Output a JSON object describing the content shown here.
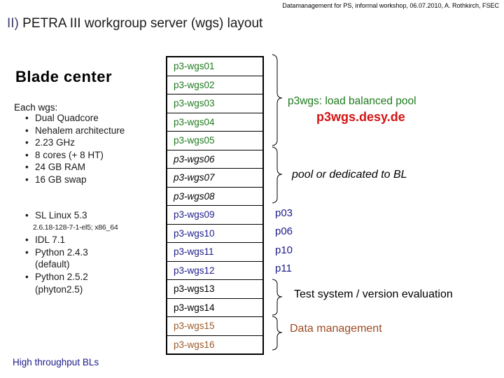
{
  "header": {
    "credit": "Datamanagement for PS, informal workshop, 06.07.2010, A. Rothkirch, FSEC"
  },
  "title": {
    "prefix": "II)",
    "text": " PETRA III workgroup server (wgs) layout"
  },
  "left_panel": {
    "heading": "Blade center",
    "specs_label": "Each wgs:",
    "specs": [
      "Dual Quadcore",
      "Nehalem architecture",
      "2.23 GHz",
      "8 cores (+ 8 HT)",
      "24 GB RAM",
      "16 GB swap"
    ],
    "software": [
      {
        "text": "SL Linux 5.3",
        "style": "bullet"
      },
      {
        "text": "2.6.18-128-7-1-el5; x86_64",
        "style": "sub-small"
      },
      {
        "text": "IDL 7.1",
        "style": "bullet"
      },
      {
        "text": "Python 2.4.3",
        "style": "bullet"
      },
      {
        "text": "(default)",
        "style": "continuation"
      },
      {
        "text": "Python 2.5.2",
        "style": "bullet"
      },
      {
        "text": "(phyton2.5)",
        "style": "continuation"
      }
    ],
    "footer_note": "High throughput BLs"
  },
  "server_table": {
    "rows": [
      {
        "label": "p3-wgs01",
        "group": "load-balanced-pool"
      },
      {
        "label": "p3-wgs02",
        "group": "load-balanced-pool"
      },
      {
        "label": "p3-wgs03",
        "group": "load-balanced-pool"
      },
      {
        "label": "p3-wgs04",
        "group": "load-balanced-pool"
      },
      {
        "label": "p3-wgs05",
        "group": "load-balanced-pool"
      },
      {
        "label": "p3-wgs06",
        "group": "pool-or-dedicated-to-bl"
      },
      {
        "label": "p3-wgs07",
        "group": "pool-or-dedicated-to-bl"
      },
      {
        "label": "p3-wgs08",
        "group": "pool-or-dedicated-to-bl"
      },
      {
        "label": "p3-wgs09",
        "group": "beamline"
      },
      {
        "label": "p3-wgs10",
        "group": "beamline"
      },
      {
        "label": "p3-wgs11",
        "group": "beamline"
      },
      {
        "label": "p3-wgs12",
        "group": "beamline"
      },
      {
        "label": "p3-wgs13",
        "group": "test-system"
      },
      {
        "label": "p3-wgs14",
        "group": "test-system"
      },
      {
        "label": "p3-wgs15",
        "group": "data-management"
      },
      {
        "label": "p3-wgs16",
        "group": "data-management"
      }
    ]
  },
  "annotations": {
    "pool_label": "p3wgs: load balanced pool",
    "pool_dns": "p3wgs.desy.de",
    "bl_label": "pool or dedicated to BL",
    "beamlines": [
      "p03",
      "p06",
      "p10",
      "p11"
    ],
    "test_label": "Test system / version evaluation",
    "datamgmt_label": "Data management"
  },
  "colors": {
    "pool_green": "#1e7a1e",
    "dns_red": "#d41414",
    "navy_blue": "#1b1b8c",
    "table_brown": "#9c5a28",
    "data_mgmt_brown": "#9b4a1f",
    "title_prefix_blue": "#3c3c6e"
  }
}
